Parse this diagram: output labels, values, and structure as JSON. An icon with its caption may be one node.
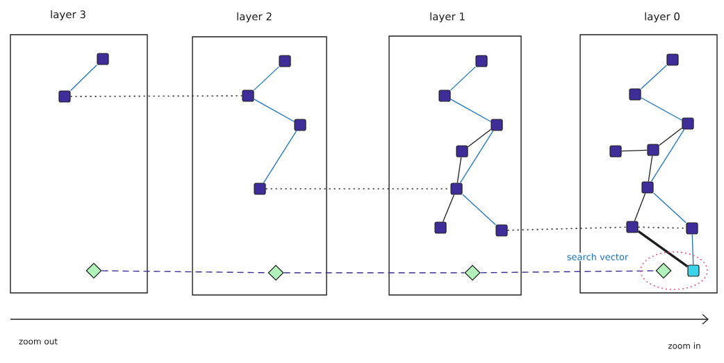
{
  "diagram": {
    "nodes": [
      {
        "text": [
          "layer 3"
        ]
      },
      {
        "text": [
          "layer 2"
        ]
      },
      {
        "text": [
          "layer 1"
        ]
      },
      {
        "text": [
          "layer 0"
        ]
      },
      {
        "text": [],
        "shape": "box",
        "in": 0
      },
      {
        "text": [],
        "shape": "box",
        "in": 0
      },
      {
        "text": [],
        "shape": "diamond",
        "in": 0
      },
      {
        "text": [],
        "shape": "box",
        "in": 1
      },
      {
        "text": [],
        "shape": "box",
        "in": 1
      },
      {
        "text": [],
        "shape": "box",
        "in": 1
      },
      {
        "text": [],
        "shape": "box",
        "in": 1
      },
      {
        "text": [],
        "shape": "diamond",
        "in": 1
      },
      {
        "text": [],
        "shape": "box",
        "in": 2
      },
      {
        "text": [],
        "shape": "box",
        "in": 2
      },
      {
        "text": [],
        "shape": "box",
        "in": 2
      },
      {
        "text": [],
        "shape": "box",
        "in": 2
      },
      {
        "text": [],
        "shape": "box",
        "in": 2
      },
      {
        "text": [],
        "shape": "box",
        "in": 2
      },
      {
        "text": [],
        "shape": "box",
        "in": 2
      },
      {
        "text": [],
        "shape": "diamond",
        "in": 2
      },
      {
        "text": [],
        "shape": "box",
        "in": 3
      },
      {
        "text": [],
        "shape": "box",
        "in": 3
      },
      {
        "text": [],
        "shape": "box",
        "in": 3
      },
      {
        "text": [],
        "shape": "box",
        "in": 3
      },
      {
        "text": [],
        "shape": "box",
        "in": 3
      },
      {
        "text": [],
        "shape": "box",
        "in": 3
      },
      {
        "text": [],
        "shape": "box",
        "in": 3
      },
      {
        "text": [],
        "shape": "box",
        "in": 3
      },
      {
        "text": [],
        "shape": "diamond",
        "in": 3
      },
      {
        "text": [],
        "shape": "box",
        "in": 3
      }
    ],
    "edges": [
      {
        "from": 4,
        "to": 5,
        "arrow": "none"
      },
      {
        "from": 5,
        "to": 8,
        "arrow": "none",
        "style": "dashed",
        "color": "#1e1e1e"
      },
      {
        "from": 7,
        "to": 8,
        "arrow": "none"
      },
      {
        "from": 8,
        "to": 9,
        "arrow": "none"
      },
      {
        "from": 9,
        "to": 10,
        "arrow": "none"
      },
      {
        "from": 10,
        "to": 16,
        "arrow": "none",
        "style": "dashed",
        "color": "#1e1e1e"
      },
      {
        "from": 12,
        "to": 13,
        "arrow": "none"
      },
      {
        "from": 13,
        "to": 14,
        "arrow": "none"
      },
      {
        "from": 14,
        "to": 16,
        "arrow": "none"
      },
      {
        "from": 14,
        "to": 15,
        "arrow": "none",
        "color": "#1e1e1e"
      },
      {
        "from": 15,
        "to": 16,
        "arrow": "none",
        "color": "#1e1e1e"
      },
      {
        "from": 16,
        "to": 17,
        "arrow": "none",
        "color": "#1e1e1e"
      },
      {
        "from": 16,
        "to": 18,
        "arrow": "none"
      },
      {
        "from": 18,
        "to": 26,
        "arrow": "none",
        "style": "dashed",
        "color": "#1e1e1e"
      },
      {
        "from": 26,
        "to": 27,
        "arrow": "none",
        "style": "dashed",
        "color": "#1e1e1e"
      },
      {
        "from": 20,
        "to": 21,
        "arrow": "none"
      },
      {
        "from": 21,
        "to": 22,
        "arrow": "none"
      },
      {
        "from": 22,
        "to": 25,
        "arrow": "none"
      },
      {
        "from": 22,
        "to": 24,
        "arrow": "none",
        "color": "#1e1e1e"
      },
      {
        "from": 23,
        "to": 24,
        "arrow": "none",
        "color": "#1e1e1e"
      },
      {
        "from": 24,
        "to": 25,
        "arrow": "none",
        "color": "#1e1e1e"
      },
      {
        "from": 25,
        "to": 26,
        "arrow": "none",
        "color": "#1e1e1e"
      },
      {
        "from": 25,
        "to": 27,
        "arrow": "none"
      },
      {
        "from": 26,
        "to": 29,
        "arrow": "none",
        "style": "thick",
        "color": "#1e1e1e"
      },
      {
        "from": 27,
        "to": 29,
        "arrow": "none"
      },
      {
        "from": 6,
        "to": 11,
        "arrow": "none",
        "style": "dashed",
        "color": "#3b2d8f"
      },
      {
        "from": 11,
        "to": 19,
        "arrow": "none",
        "style": "dashed",
        "color": "#3b2d8f"
      },
      {
        "from": 19,
        "to": 28,
        "arrow": "none",
        "style": "dashed",
        "color": "#3b2d8f"
      }
    ],
    "labels": [
      "search vector",
      "zoom out",
      "zoom in"
    ]
  }
}
